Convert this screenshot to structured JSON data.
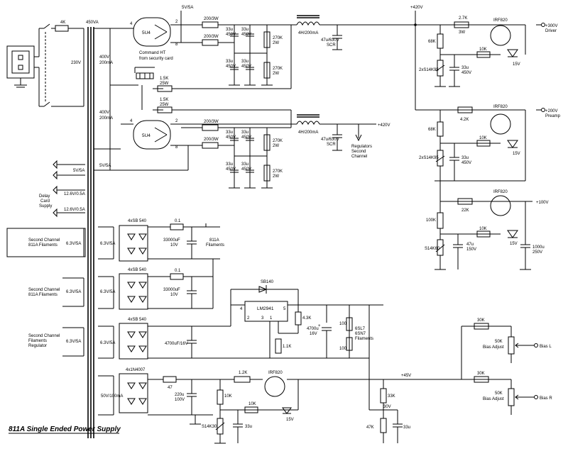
{
  "title": "811A Single Ended Power Supply",
  "mains": {
    "fuse": "4K",
    "voltage": "230V"
  },
  "transformer": {
    "primary_secondary": "450VA",
    "tap_400v": "400V\n200mA"
  },
  "tubes": {
    "tube1": "5U4",
    "tube2": "5U4",
    "pin2": "2",
    "pin4": "4",
    "pin8": "8"
  },
  "labels": {
    "heater_5v": "5V/5A",
    "command": "Command HT\nfrom security card",
    "r_1k5_25w": "1.5K\n25W",
    "r_200_3w": "200/3W",
    "r_270k_2w": "270K\n2W",
    "cap_33u_450v": "33u\n450V",
    "choke": "4H/200mA",
    "cap_47u_630v": "47u/630V\nSCR",
    "b_420v": "+420V",
    "reg_second": "Regulators\nSecond\nChannel",
    "heater_5v_2": "5V/5A",
    "delay_card": "Delay\nCard\nSupply",
    "v_12_5a": "12.6V/0.5A",
    "v_12_5b": "12.6V/0.5A",
    "fil_2nd_811a": "Second Channel\n811A Filaments",
    "fil_2nd_811a_b": "Second Channel\n811A Filaments",
    "fil_2nd_reg": "Second Channel\nFilaments\nRegulator",
    "v_6_3": "6.3V/5A",
    "bridge_4xsb540": "4xSB 540",
    "r_0_1": "0.1",
    "cap_33000u": "33000uF\n10V",
    "fil_811a": "811A\nFilaments",
    "cap_4700u_16v": "4700uF/16V",
    "sb140": "SB140",
    "lm2941": "LM2941",
    "cap_4700u_16v_b": "4700u\n16V",
    "r_100": "100",
    "fil_6sl7": "6SL7\n6SN7\nFilaments",
    "r_4k": "4.3K",
    "r_1k": "1.1K",
    "bridge_4x1n4007": "4x1N4007",
    "r_47": "47",
    "r_1k2": "1.2K",
    "irf820": "IRF820",
    "b_45v": "+45V",
    "ac_50v": "50V/100mA",
    "cap_220u": "220u\n100V",
    "r_10k": "10K",
    "s14k30": "S14K30",
    "cap_33u": "33u",
    "v_15": "15V",
    "r_30k": "30K",
    "r_30v": "30V",
    "r_47k": "47K",
    "bias_l": "Bias L",
    "bias_r": "Bias R",
    "bias_adj": "Bias Adjust",
    "pot_50k": "50K",
    "b_300v": "+300V\nDriver",
    "b_200v": "+200V\nPreamp",
    "b_100v": "+100V",
    "r_2k7_3w": "2.7K\n3W",
    "r_68k": "68K",
    "varistor": "2xS14K95",
    "cap_33u_450": "33u\n450V",
    "r_4k2": "4.2K",
    "r_22k": "22K",
    "r_100k": "100K",
    "cap_47u_150v": "47u\n150V",
    "cap_1000u_250v": "1000u\n250V",
    "s14k60": "S14K60",
    "b_420v_top": "+420V",
    "heater_top": "5V/5A"
  }
}
